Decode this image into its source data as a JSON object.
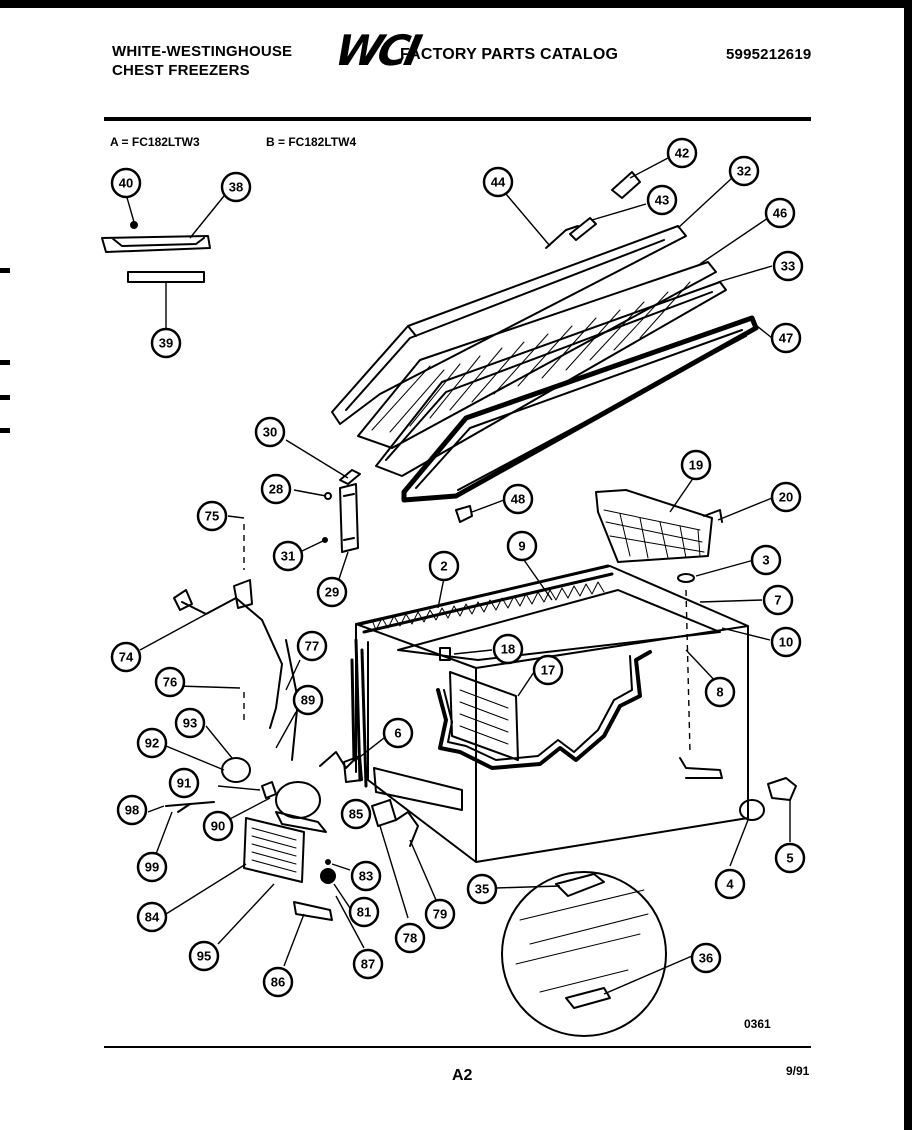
{
  "header": {
    "brand_line1": "WHITE-WESTINGHOUSE",
    "brand_line2": "CHEST FREEZERS",
    "logo": "WCI",
    "catalog_title": "FACTORY PARTS CATALOG",
    "catalog_number": "5995212619"
  },
  "models": {
    "a": "A = FC182LTW3",
    "b": "B = FC182LTW4"
  },
  "footer": {
    "page": "A2",
    "date": "9/91",
    "diagram_code": "0361"
  },
  "callouts": [
    {
      "id": "40",
      "label": "40"
    },
    {
      "id": "38",
      "label": "38"
    },
    {
      "id": "39",
      "label": "39"
    },
    {
      "id": "44",
      "label": "44"
    },
    {
      "id": "42",
      "label": "42"
    },
    {
      "id": "43",
      "label": "43"
    },
    {
      "id": "32",
      "label": "32"
    },
    {
      "id": "46",
      "label": "46"
    },
    {
      "id": "33",
      "label": "33"
    },
    {
      "id": "47",
      "label": "47"
    },
    {
      "id": "30",
      "label": "30"
    },
    {
      "id": "28",
      "label": "28"
    },
    {
      "id": "31",
      "label": "31"
    },
    {
      "id": "29",
      "label": "29"
    },
    {
      "id": "48",
      "label": "48"
    },
    {
      "id": "75",
      "label": "75"
    },
    {
      "id": "19",
      "label": "19"
    },
    {
      "id": "20",
      "label": "20"
    },
    {
      "id": "2",
      "label": "2"
    },
    {
      "id": "9",
      "label": "9"
    },
    {
      "id": "3",
      "label": "3"
    },
    {
      "id": "7",
      "label": "7"
    },
    {
      "id": "10",
      "label": "10"
    },
    {
      "id": "74",
      "label": "74"
    },
    {
      "id": "77",
      "label": "77"
    },
    {
      "id": "18",
      "label": "18"
    },
    {
      "id": "17",
      "label": "17"
    },
    {
      "id": "8",
      "label": "8"
    },
    {
      "id": "76",
      "label": "76"
    },
    {
      "id": "89",
      "label": "89"
    },
    {
      "id": "93",
      "label": "93"
    },
    {
      "id": "6",
      "label": "6"
    },
    {
      "id": "92",
      "label": "92"
    },
    {
      "id": "91",
      "label": "91"
    },
    {
      "id": "98",
      "label": "98"
    },
    {
      "id": "90",
      "label": "90"
    },
    {
      "id": "85",
      "label": "85"
    },
    {
      "id": "99",
      "label": "99"
    },
    {
      "id": "83",
      "label": "83"
    },
    {
      "id": "84",
      "label": "84"
    },
    {
      "id": "81",
      "label": "81"
    },
    {
      "id": "78",
      "label": "78"
    },
    {
      "id": "79",
      "label": "79"
    },
    {
      "id": "95",
      "label": "95"
    },
    {
      "id": "87",
      "label": "87"
    },
    {
      "id": "86",
      "label": "86"
    },
    {
      "id": "35",
      "label": "35"
    },
    {
      "id": "36",
      "label": "36"
    },
    {
      "id": "4",
      "label": "4"
    },
    {
      "id": "5",
      "label": "5"
    }
  ]
}
